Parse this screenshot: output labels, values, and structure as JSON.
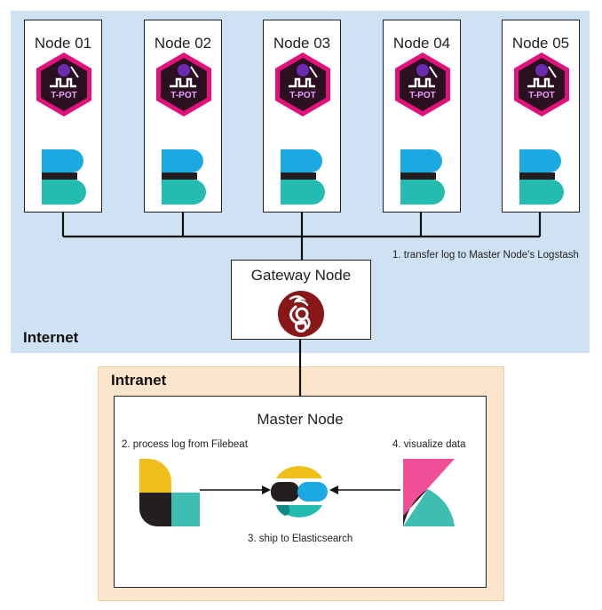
{
  "zones": {
    "internet": "Internet",
    "intranet": "Intranet"
  },
  "nodes": [
    {
      "label": "Node 01",
      "icons": [
        "tpot-logo-icon",
        "filebeat-logo-icon"
      ]
    },
    {
      "label": "Node 02",
      "icons": [
        "tpot-logo-icon",
        "filebeat-logo-icon"
      ]
    },
    {
      "label": "Node 03",
      "icons": [
        "tpot-logo-icon",
        "filebeat-logo-icon"
      ]
    },
    {
      "label": "Node 04",
      "icons": [
        "tpot-logo-icon",
        "filebeat-logo-icon"
      ]
    },
    {
      "label": "Node 05",
      "icons": [
        "tpot-logo-icon",
        "filebeat-logo-icon"
      ]
    }
  ],
  "tpot_logo_text": "T-POT",
  "gateway": {
    "label": "Gateway Node",
    "icon": "wireguard-logo-icon"
  },
  "master": {
    "label": "Master Node",
    "icons": [
      "logstash-logo-icon",
      "elasticsearch-logo-icon",
      "kibana-logo-icon"
    ]
  },
  "annotations": {
    "transfer": "1. transfer log to Master Node's Logstash",
    "process": "2. process log from Filebeat",
    "ship": "3. ship to Elasticsearch",
    "visualize": "4. visualize data"
  },
  "colors": {
    "internet_bg": "#cfe2f3",
    "intranet_bg": "#fce5cd",
    "tpot_magenta": "#e2127a",
    "filebeat_blue": "#1ba9e1",
    "filebeat_teal": "#24bbb1",
    "logstash_yellow": "#f0bf1a",
    "kibana_pink": "#ef5098",
    "wireguard_red": "#88171a"
  }
}
